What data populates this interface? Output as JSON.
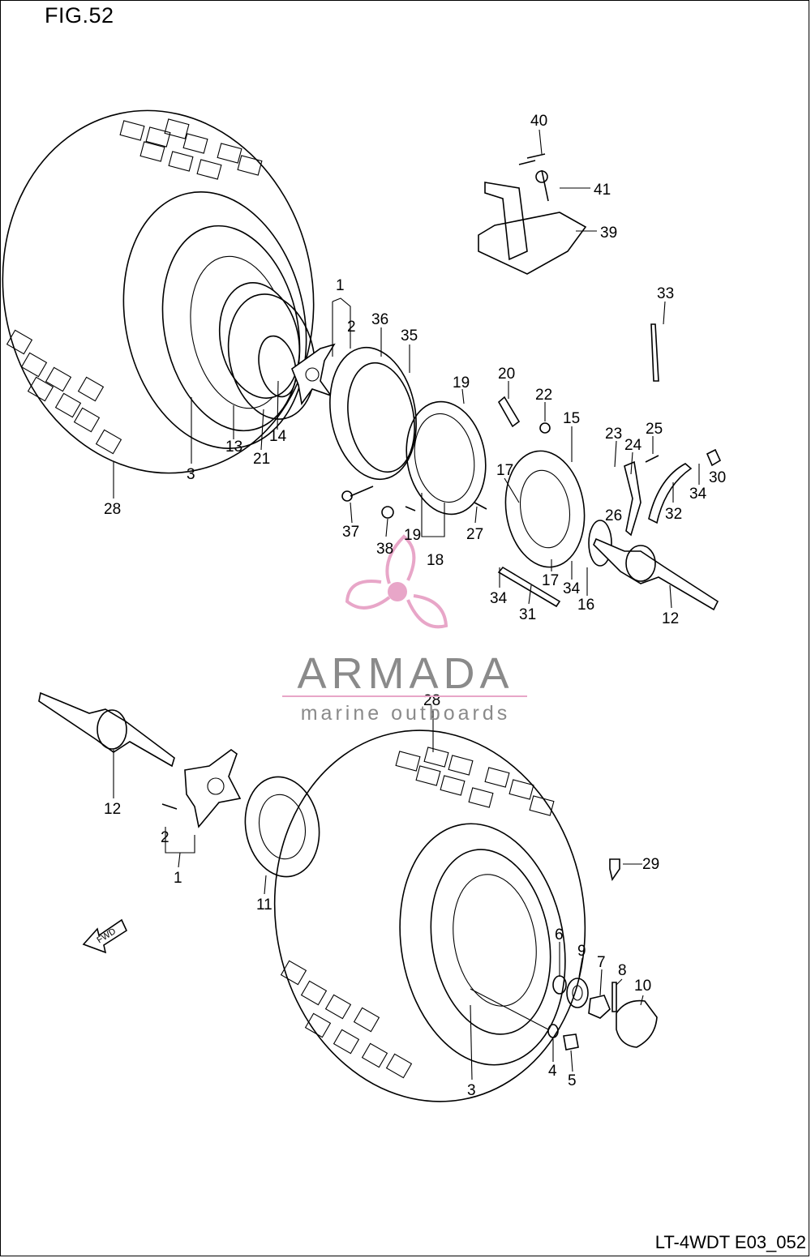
{
  "figure": {
    "title": "FIG.52",
    "code": "LT-4WDT E03_052"
  },
  "watermark": {
    "brand": "ARMADA",
    "tagline": "marine outboards",
    "logo_color": "#e8a6c8",
    "text_color": "#8a8a8a"
  },
  "direction_badge": "FWD",
  "callouts": [
    "40",
    "41",
    "39",
    "33",
    "1",
    "2",
    "36",
    "35",
    "19",
    "20",
    "22",
    "15",
    "23",
    "25",
    "24",
    "17",
    "30",
    "34",
    "3",
    "13",
    "21",
    "14",
    "28",
    "37",
    "38",
    "19",
    "18",
    "27",
    "26",
    "32",
    "17",
    "34",
    "34",
    "31",
    "16",
    "12",
    "28",
    "12",
    "2",
    "1",
    "11",
    "29",
    "6",
    "9",
    "7",
    "8",
    "10",
    "4",
    "5",
    "3"
  ]
}
